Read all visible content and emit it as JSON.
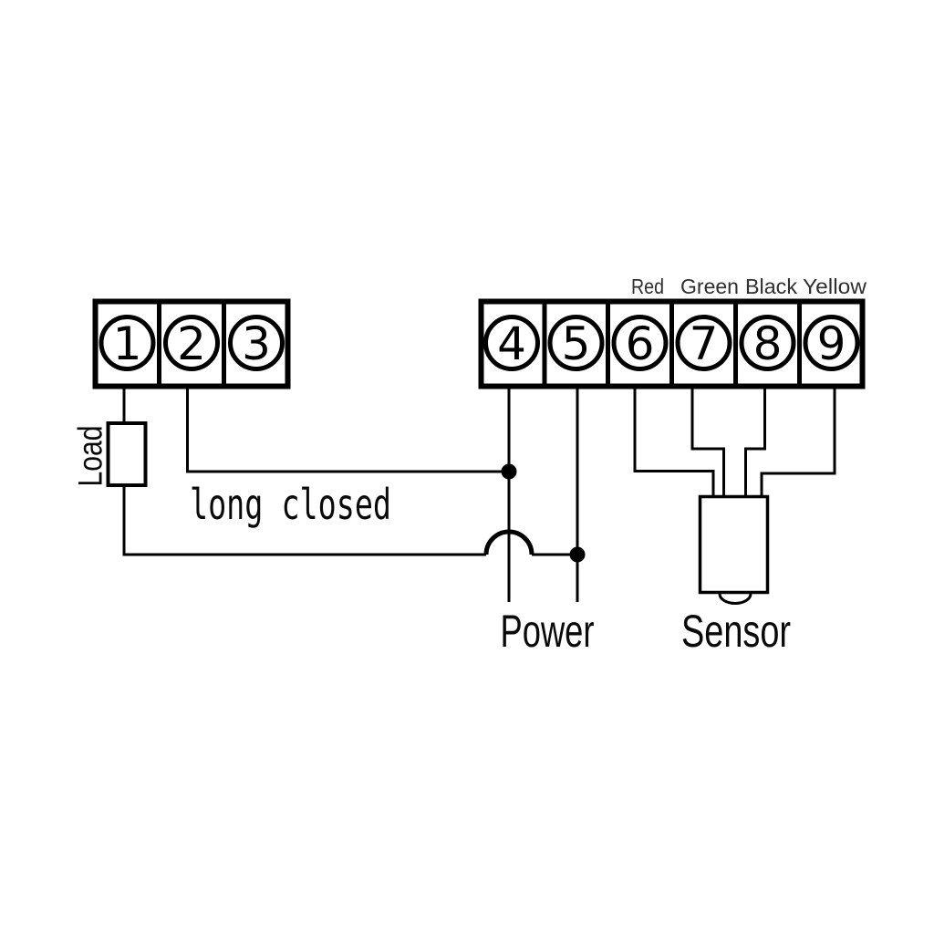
{
  "colors": {
    "background": "#ffffff",
    "line": "#000000",
    "wire_label_text": "#2f2f2f"
  },
  "left_terminal_block": {
    "terminals": [
      "1",
      "2",
      "3"
    ]
  },
  "right_terminal_block": {
    "terminals": [
      "4",
      "5",
      "6",
      "7",
      "8",
      "9"
    ],
    "wire_color_labels": {
      "red": "Red",
      "green": "Green",
      "black": "Black",
      "yellow": "Yellow"
    }
  },
  "components": {
    "load_label": "Load",
    "long_closed_label": "long closed",
    "power_label": "Power",
    "sensor_label": "Sensor"
  },
  "connections": [
    {
      "from": "terminal-1",
      "to": "load"
    },
    {
      "from": "load",
      "to": "terminal-5"
    },
    {
      "from": "terminal-2",
      "to": "terminal-4",
      "note": "long closed"
    },
    {
      "from": "terminal-4",
      "to": "power"
    },
    {
      "from": "terminal-5",
      "to": "power"
    },
    {
      "from": "terminal-6",
      "to": "sensor",
      "wire_color": "Red"
    },
    {
      "from": "terminal-7",
      "to": "sensor",
      "wire_color": "Green"
    },
    {
      "from": "terminal-8",
      "to": "sensor",
      "wire_color": "Black"
    },
    {
      "from": "terminal-9",
      "to": "sensor",
      "wire_color": "Yellow"
    }
  ]
}
